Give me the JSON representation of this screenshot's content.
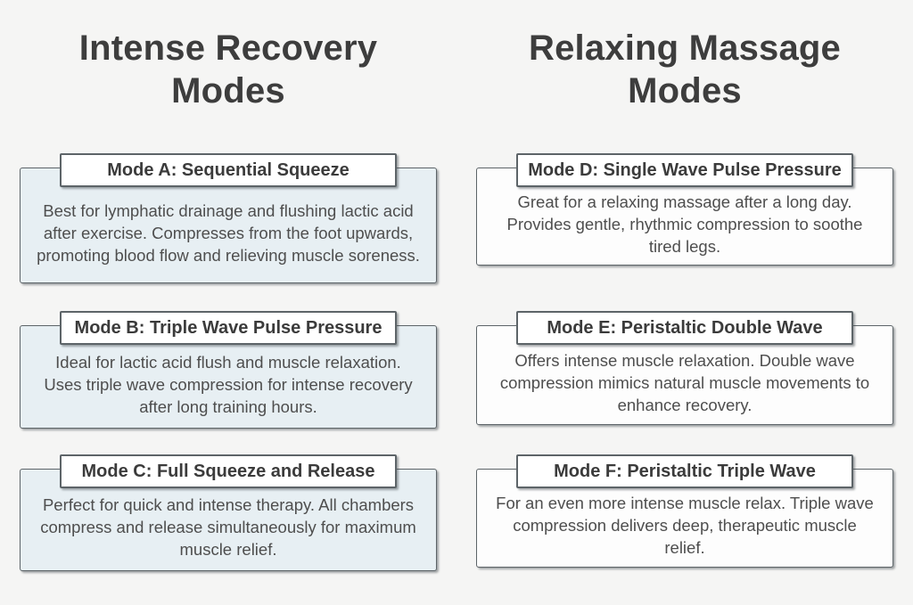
{
  "page": {
    "bg": "#f5f5f4",
    "border_color": "#5d6468",
    "text_color": "#4e4e4e"
  },
  "columns": [
    {
      "title": "Intense Recovery Modes",
      "accent": "#e7eff3",
      "cards": [
        {
          "title": "Mode A: Sequential Squeeze",
          "body": "Best for lymphatic drainage and flushing lactic acid after exercise. Compresses from the foot upwards, promoting blood flow and relieving muscle soreness."
        },
        {
          "title": "Mode B: Triple Wave Pulse Pressure",
          "body": "Ideal for lactic acid flush and muscle relaxation. Uses triple wave compression for intense recovery after long training hours."
        },
        {
          "title": "Mode C: Full Squeeze and Release",
          "body": "Perfect for quick and intense therapy. All chambers compress and release simultaneously for maximum muscle relief."
        }
      ]
    },
    {
      "title": "Relaxing Massage Modes",
      "accent": "#fdfdfd",
      "cards": [
        {
          "title": "Mode D: Single Wave Pulse Pressure",
          "body": "Great for a relaxing massage after a long day. Provides gentle, rhythmic compression to soothe tired legs."
        },
        {
          "title": "Mode E: Peristaltic Double Wave",
          "body": "Offers intense muscle relaxation. Double wave compression mimics natural muscle movements to enhance recovery."
        },
        {
          "title": "Mode F: Peristaltic Triple Wave",
          "body": "For an even more intense muscle relax. Triple wave compression delivers deep, therapeutic muscle relief."
        }
      ]
    }
  ]
}
